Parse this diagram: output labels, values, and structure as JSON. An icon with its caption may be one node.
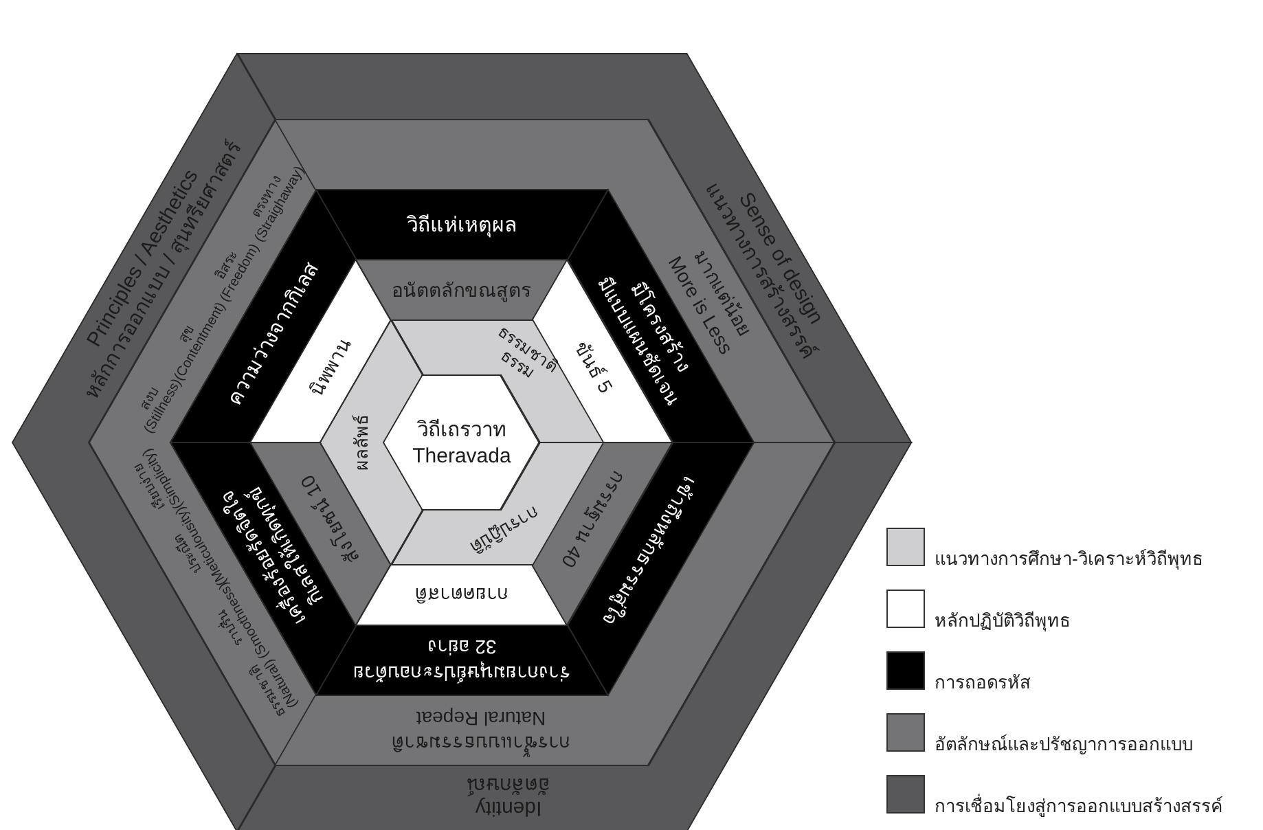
{
  "diagram": {
    "nodes": [
      {
        "text": [
          "วิถีเถรวาท",
          "Theravada"
        ]
      },
      {
        "text": [
          "ธรรมชาติ ธรรม"
        ]
      },
      {
        "text": [
          "การปฏิบัติ"
        ]
      },
      {
        "text": [
          "ผลลัพธ์"
        ]
      },
      {
        "text": [
          "อนัตตลักขณสูตร"
        ]
      },
      {
        "text": [
          "ขันธ์ 5"
        ]
      },
      {
        "text": [
          "กรรมฐาน 40"
        ]
      },
      {
        "text": [
          "กายคตาสติ"
        ]
      },
      {
        "text": [
          "สังโยชน์ 10"
        ]
      },
      {
        "text": [
          "นิพพาน"
        ]
      },
      {
        "text": [
          "วิถีแห่เหตุผล"
        ]
      },
      {
        "text": [
          "มีโครงสร้าง",
          "มีแบบแผนชัดเจน"
        ]
      },
      {
        "text": [
          "เข้าถึงหลักธรรมสู่ใจ"
        ]
      },
      {
        "text": [
          "ร่างกายมนุษย์ประกอบด้วย",
          "32 อย่าง"
        ]
      },
      {
        "text": [
          "เครื่องร้อยรัดจิตใจ",
          "กิเลสให้เกิดทุกข์"
        ]
      },
      {
        "text": [
          "ความว่างจากกิเลส"
        ]
      },
      {
        "text": [
          "มากแต่น้อย",
          "More is Less"
        ]
      },
      {
        "text": [
          "การซ้ำแบบธรรมชาติ",
          "Natural Repeat"
        ]
      },
      {
        "text": [
          "ธรรมชาติ (Natural)",
          "ราบรื่น (Smoothness)",
          "ประณีต (Meticulousity)",
          "เรียบง่าย (Simplicity)",
          "สงบ (Stillness)",
          "สุข (Contentment)",
          "อิสระ (Freedom)",
          "ตรงทาง (Straighaway)"
        ]
      },
      {
        "text": [
          "Sense of design",
          "แนวทางการสร้างสรรค์"
        ]
      },
      {
        "text": [
          "Identity",
          "อัตลักษณ์"
        ]
      },
      {
        "text": [
          "Principles / Aesthetics",
          "หลักการออกแบบ / สุนทรียศาสตร์"
        ]
      }
    ],
    "legend": [
      {
        "text": "แนวทางการศึกษา-วิเคราะห์วิถีพุทธ",
        "color": "#cfcfd1"
      },
      {
        "text": "หลักปฏิบัติวิถีพุทธ",
        "color": "#ffffff"
      },
      {
        "text": "การถอดรหัส",
        "color": "#000000"
      },
      {
        "text": "อัตลักษณ์และปรัชญาการออกแบบ",
        "color": "#747477"
      },
      {
        "text": "การเชื่อมโยงสู่การออกแบบสร้างสรรค์",
        "color": "#58585b"
      }
    ]
  }
}
